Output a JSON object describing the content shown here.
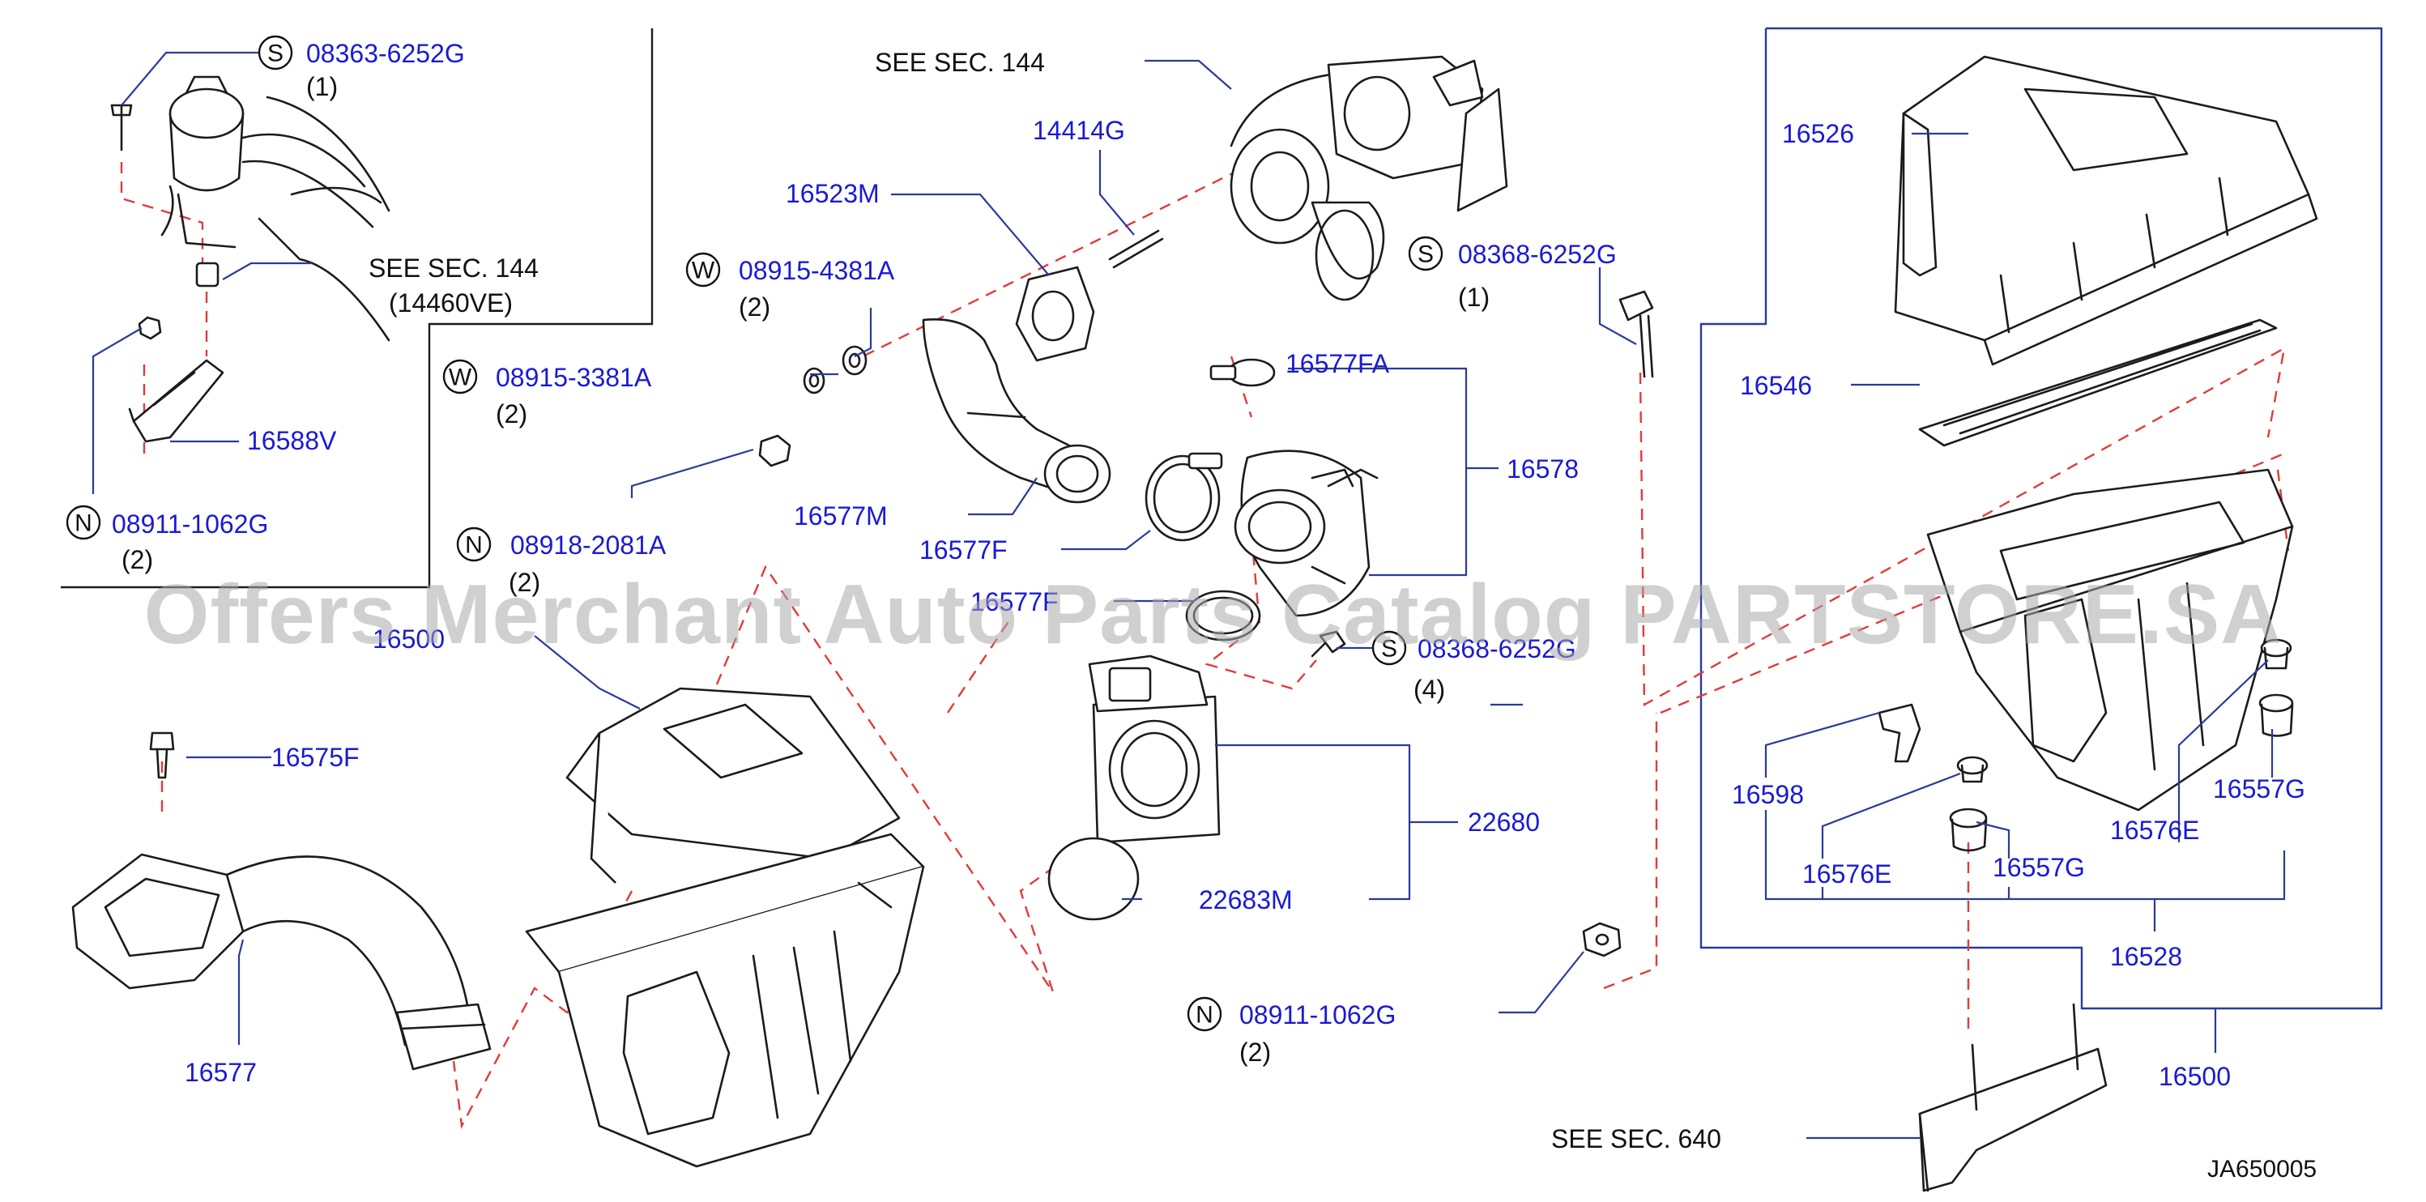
{
  "diagram": {
    "code": "JA650005",
    "watermark": "Offers Merchant Auto Parts Catalog PARTSTORE.SA",
    "see_sec_144_top": "SEE   SEC.  144",
    "see_sec_144_left": "SEE   SEC.  144",
    "see_sec_144_left_sub": "(14460VE)",
    "see_sec_640": "SEE   SEC.  640",
    "labels": {
      "p08363": "08363-6252G",
      "q08363": "(1)",
      "c08363": "S",
      "p16588V": "16588V",
      "p08911a": "08911-1062G",
      "q08911a": "(2)",
      "c08911a": "N",
      "p08915a": "08915-3381A",
      "q08915a": "(2)",
      "c08915a": "W",
      "p08915b": "08915-4381A",
      "q08915b": "(2)",
      "c08915b": "W",
      "p08918": "08918-2081A",
      "q08918": "(2)",
      "c08918": "N",
      "p16523M": "16523M",
      "p14414G": "14414G",
      "p16577M": "16577M",
      "p16577F": "16577F",
      "p16577F2": "16577F",
      "p16577FA": "16577FA",
      "p16578": "16578",
      "p08368a": "08368-6252G",
      "q08368a": "(1)",
      "c08368a": "S",
      "p08368b": "08368-6252G",
      "q08368b": "(4)",
      "c08368b": "S",
      "p16500a": "16500",
      "p16575F": "16575F",
      "p16577": "16577",
      "p22680": "22680",
      "p22683M": "22683M",
      "p08911b": "08911-1062G",
      "q08911b": "(2)",
      "c08911b": "N",
      "p16526": "16526",
      "p16546": "16546",
      "p16598": "16598",
      "p16576E": "16576E",
      "p16557G": "16557G",
      "p16576E2": "16576E",
      "p16557G2": "16557G",
      "p16528": "16528",
      "p16500b": "16500"
    }
  }
}
